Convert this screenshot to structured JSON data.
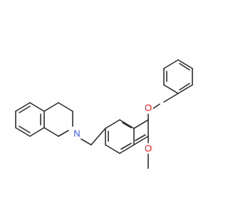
{
  "molecule": {
    "atoms": {
      "nitrogen": {
        "label": "N",
        "color": "#3050f8"
      },
      "ether_oxygen": {
        "label": "O",
        "color": "#ff0d0d"
      },
      "methoxy_oxygen": {
        "label": "O",
        "color": "#ff0d0d"
      }
    },
    "bond_color": "#2d2d2d"
  }
}
